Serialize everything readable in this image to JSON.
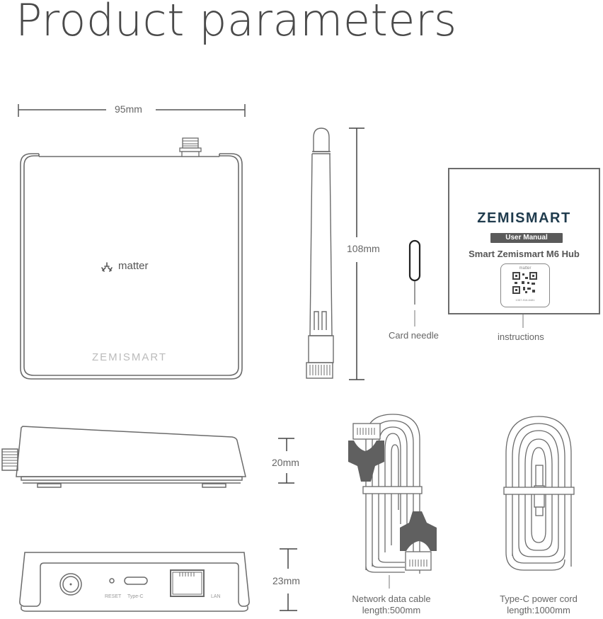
{
  "page": {
    "title": "Product parameters"
  },
  "top_view": {
    "width_dimension": "95mm",
    "logo_label": "matter",
    "brand_imprint": "ZEMISMART"
  },
  "antenna": {
    "length_dimension": "108mm"
  },
  "card_needle": {
    "label": "Card needle"
  },
  "manual": {
    "brand": "ZEMISMART",
    "badge": "User Manual",
    "product_name": "Smart Zemismart M6 Hub",
    "qr_brand": "matter",
    "qr_code_number": "1357-916-6481",
    "label": "instructions"
  },
  "side_view": {
    "height_dimension": "20mm"
  },
  "back_view": {
    "height_dimension": "23mm",
    "ports": {
      "reset": "RESET",
      "type_c": "Type-C",
      "lan": "LAN"
    }
  },
  "network_cable": {
    "label_line1": "Network data cable",
    "label_line2": "length:500mm"
  },
  "power_cord": {
    "label_line1": "Type-C power cord",
    "label_line2": "length:1000mm"
  },
  "colors": {
    "line": "#6b6b6b",
    "text": "#555555",
    "brand_navy": "#1f3b4d",
    "connector_fill": "#606060"
  }
}
